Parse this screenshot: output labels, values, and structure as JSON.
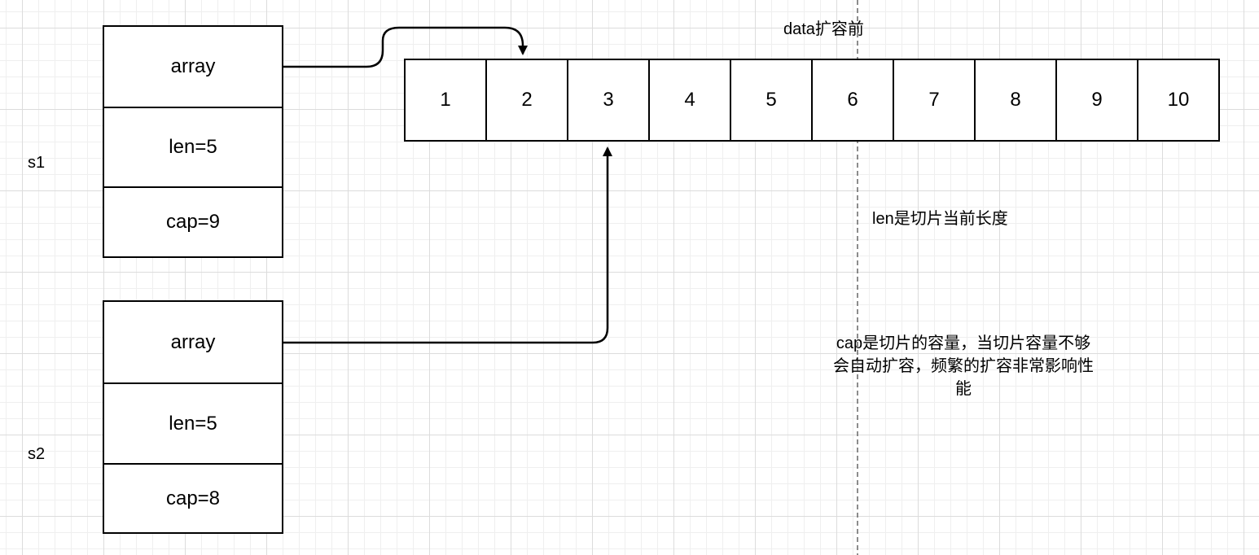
{
  "structs": [
    {
      "name": "s1",
      "fields": [
        "array",
        "len=5",
        "cap=9"
      ]
    },
    {
      "name": "s2",
      "fields": [
        "array",
        "len=5",
        "cap=8"
      ]
    }
  ],
  "array_title": "data扩容前",
  "array_cells": [
    "1",
    "2",
    "3",
    "4",
    "5",
    "6",
    "7",
    "8",
    "9",
    "10"
  ],
  "notes": {
    "len_note": "len是切片当前长度",
    "cap_note_lines": [
      "cap是切片的容量，当切片容量不够",
      "会自动扩容，频繁的扩容非常影响性",
      "能"
    ]
  },
  "colors": {
    "stroke": "#000000",
    "grid": "#dcdcdc",
    "divider_dashed": "#666666"
  }
}
